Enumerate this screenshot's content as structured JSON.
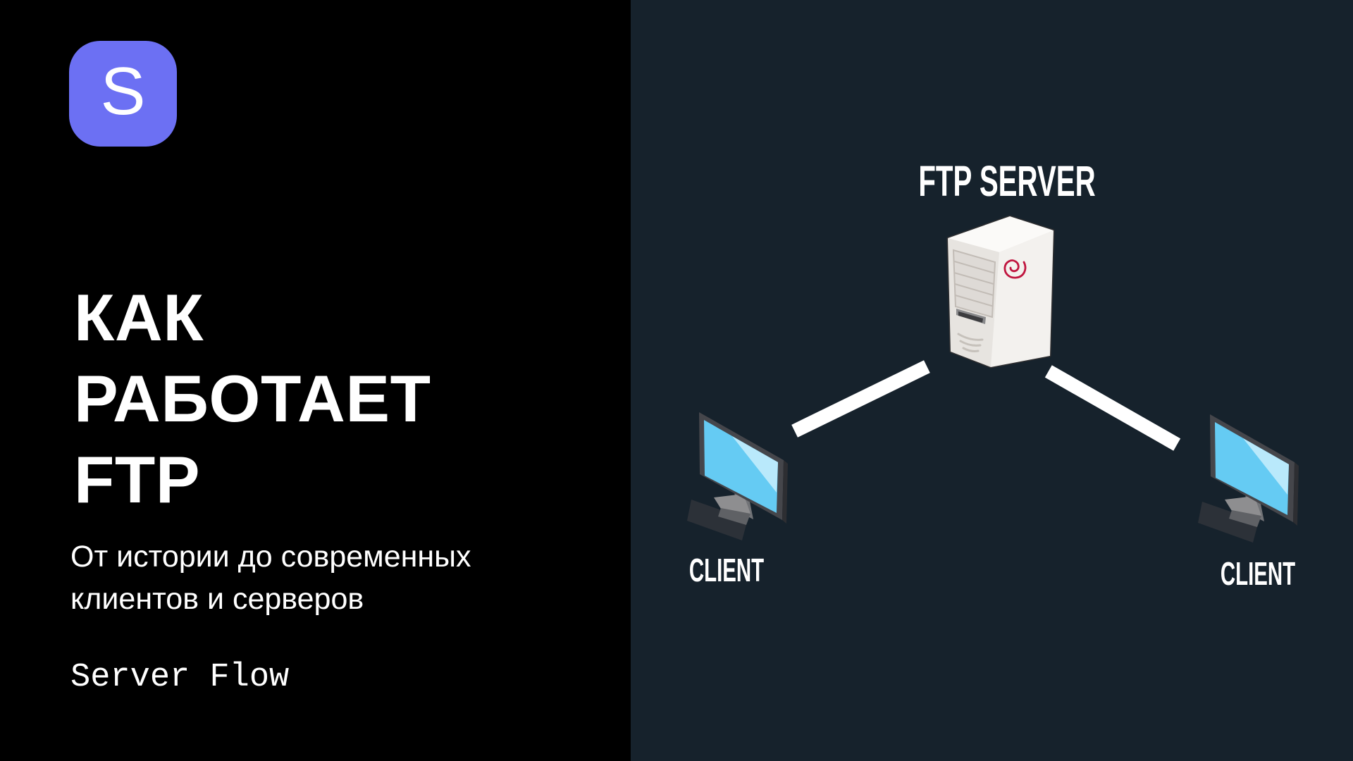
{
  "left_panel": {
    "logo_letter": "S",
    "title_lines": [
      "КАК",
      "РАБОТАЕТ",
      "FTP"
    ],
    "subtitle_lines": [
      "От истории до современных",
      "клиентов и серверов"
    ],
    "brand": "Server Flow"
  },
  "diagram": {
    "server_label": "FTP SERVER",
    "client_labels": [
      "CLIENT",
      "CLIENT"
    ],
    "icons": {
      "server": "server-tower-debian-icon",
      "client_left": "desktop-monitor-icon",
      "client_right": "desktop-monitor-icon",
      "links": "connection-line"
    }
  },
  "colors": {
    "left_bg": "#000000",
    "right_bg": "#16222c",
    "accent_purple": "#6c70f3",
    "text_white": "#ffffff",
    "screen_blue": "#65cbf3",
    "screen_glare": "#c8eefc",
    "monitor_frame": "#45464b",
    "server_body": "#f3f1ee",
    "debian_red": "#c0153f",
    "link_line": "#ffffff"
  }
}
